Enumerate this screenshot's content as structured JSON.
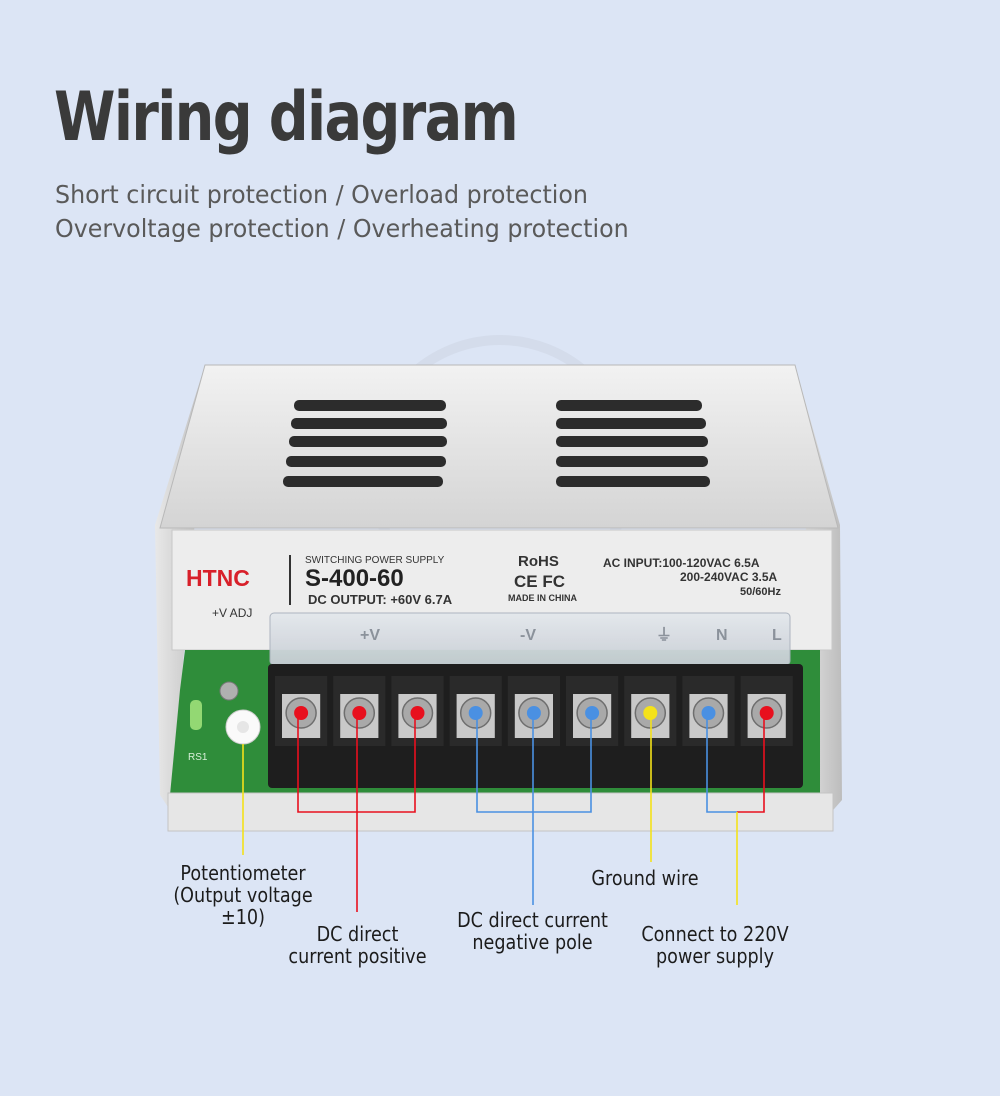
{
  "header": {
    "title": "Wiring diagram",
    "subtitle_line1": "Short circuit protection / Overload protection",
    "subtitle_line2": "Overvoltage protection / Overheating protection"
  },
  "device": {
    "brand": "HTNC",
    "type": "SWITCHING POWER SUPPLY",
    "model": "S-400-60",
    "dc_output": "DC OUTPUT: +60V 6.7A",
    "rohs": "RoHS",
    "certs": "CE FC",
    "made_in": "MADE IN CHINA",
    "ac_input_1": "AC INPUT:100-120VAC 6.5A",
    "ac_input_2": "200-240VAC 3.5A",
    "ac_input_3": "50/60Hz",
    "adj_label": "+V ADJ",
    "strip_labels": [
      "+V",
      "-V",
      "⏚",
      "N",
      "L"
    ]
  },
  "terminals": [
    {
      "color": "#e8101e"
    },
    {
      "color": "#e8101e"
    },
    {
      "color": "#e8101e"
    },
    {
      "color": "#4a90e2"
    },
    {
      "color": "#4a90e2"
    },
    {
      "color": "#4a90e2"
    },
    {
      "color": "#f4e21a"
    },
    {
      "color": "#4a90e2"
    },
    {
      "color": "#e8101e"
    }
  ],
  "labels": {
    "potentiometer_1": "Potentiometer",
    "potentiometer_2": "(Output voltage ±10)",
    "dc_positive_1": "DC direct",
    "dc_positive_2": "current positive",
    "dc_negative_1": "DC direct current",
    "dc_negative_2": "negative pole",
    "ground": "Ground wire",
    "ac_1": "Connect to 220V",
    "ac_2": "power supply"
  },
  "colors": {
    "positive": "#e8101e",
    "negative": "#4a90e2",
    "ground": "#f4e21a",
    "brand_red": "#d8202a"
  }
}
